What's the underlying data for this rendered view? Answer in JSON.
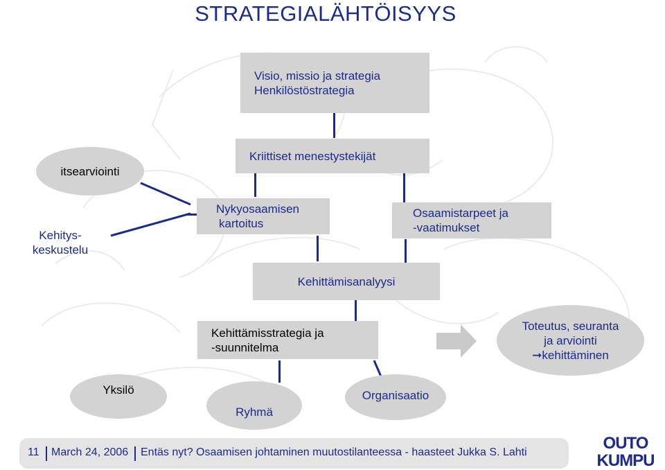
{
  "title": "STRATEGIALÄHTÖISYYS",
  "boxes": {
    "visio_line1": "Visio, missio ja strategia",
    "visio_line2": "Henkilöstöstrategia",
    "kriittiset": "Kriittiset menestystekijät",
    "nykyosaaminen_line1": "Nykyosaamisen",
    "nykyosaaminen_line2": "kartoitus",
    "osaamistarpeet_line1": "Osaamistarpeet ja",
    "osaamistarpeet_line2": "-vaatimukset",
    "kehittamisanalyysi": "Kehittämisanalyysi",
    "strategia_line1": "Kehittämisstrategia ja",
    "strategia_line2": "-suunnitelma"
  },
  "ovals": {
    "itsearviointi": "itsearviointi",
    "kehitys_line1": "Kehitys-",
    "kehitys_line2": "keskustelu",
    "toteutus_line1": "Toteutus, seuranta",
    "toteutus_line2": "ja arviointi",
    "toteutus_line3": "kehittäminen",
    "yksilo": "Yksilö",
    "ryhma": "Ryhmä",
    "organisaatio": "Organisaatio"
  },
  "footer": {
    "page": "11",
    "date": "March 24, 2006",
    "text": "Entäs nyt? Osaamisen johtaminen muutostilanteessa  - haasteet Jukka S. Lahti"
  },
  "logo": {
    "line1": "OUTO",
    "line2": "KUMPU"
  },
  "colors": {
    "text": "#1c2a8a",
    "box": "#d3d3d3",
    "arrow": "#c9c9c9",
    "logo": "#1c2a8a"
  }
}
